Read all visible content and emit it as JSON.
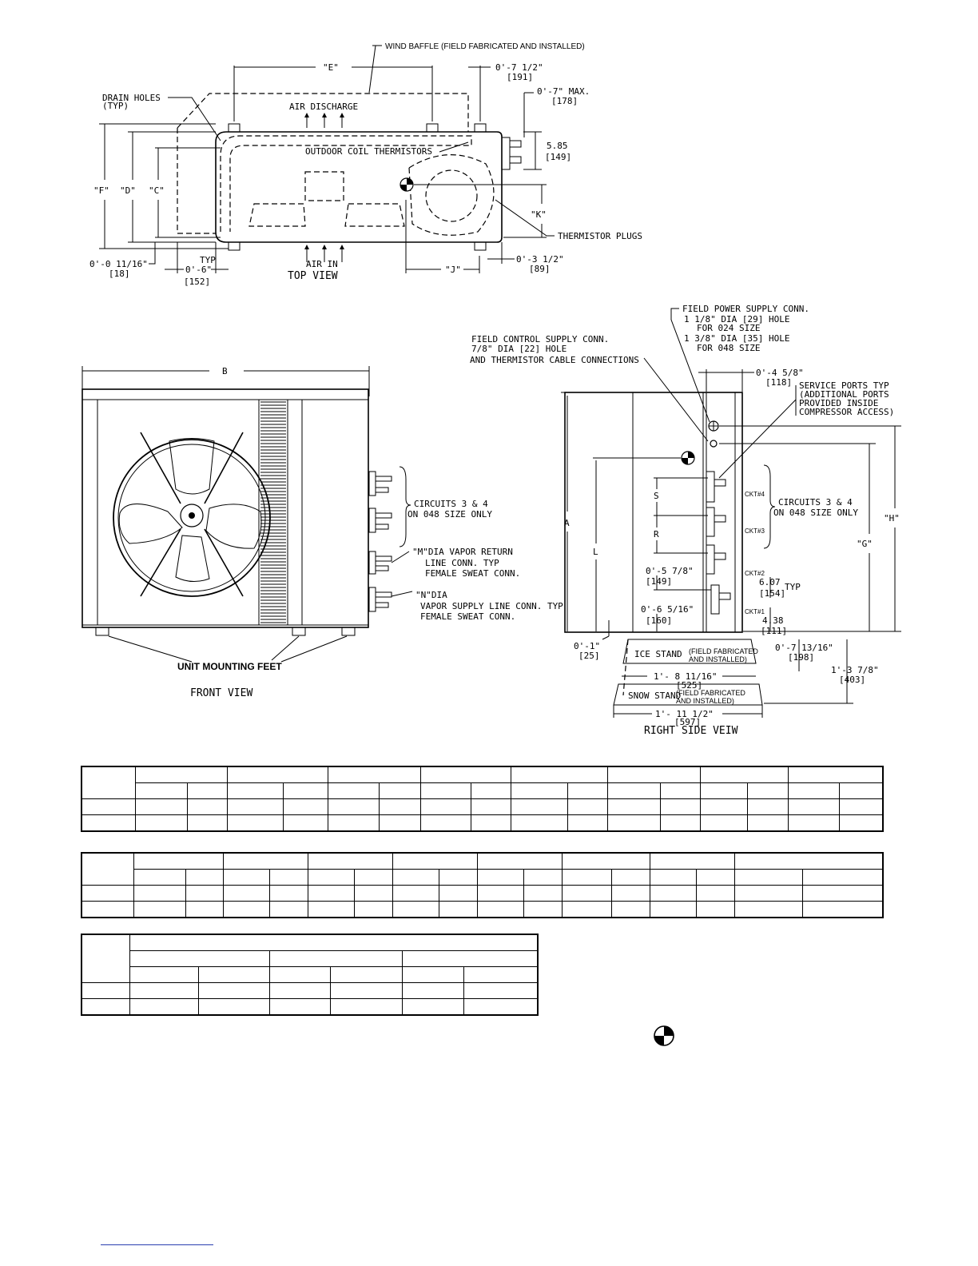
{
  "top_view": {
    "title": "TOP VIEW",
    "wind_baffle": "WIND BAFFLE (FIELD FABRICATED AND INSTALLED)",
    "drain_holes": [
      "DRAIN HOLES",
      "(TYP)"
    ],
    "air_discharge": "AIR DISCHARGE",
    "outdoor_coil_thermistors": "OUTDOOR COIL THERMISTORS",
    "thermistor_plugs": "THERMISTOR PLUGS",
    "air_in": "AIR IN",
    "dim_e": "\"E\"",
    "dim_f": "\"F\"",
    "dim_d": "\"D\"",
    "dim_c": "\"C\"",
    "dim_j": "\"J\"",
    "dim_k": "\"K\"",
    "dim_7_1_2": "0'-7 1/2\"",
    "dim_7_1_2_mm": "[191]",
    "dim_7_max": "0'-7\" MAX.",
    "dim_7_max_mm": "[178]",
    "dim_5_85": "5.85",
    "dim_5_85_mm": "[149]",
    "dim_11_16": "0'-0 11/16\"",
    "dim_11_16_mm": "[18]",
    "typ": "TYP",
    "dim_6": "0'-6\"",
    "dim_6_mm": "[152]",
    "dim_3_1_2": "0'-3 1/2\"",
    "dim_3_1_2_mm": "[89]"
  },
  "front_view": {
    "title": "FRONT VIEW",
    "dim_b": "B",
    "circuits": [
      "CIRCUITS 3 & 4",
      "ON 048 SIZE ONLY"
    ],
    "m_dia": [
      "\"M\"DIA VAPOR RETURN",
      "LINE CONN. TYP",
      "FEMALE SWEAT CONN."
    ],
    "n_dia": [
      "\"N\"DIA",
      "VAPOR SUPPLY LINE CONN. TYP",
      "FEMALE SWEAT CONN."
    ],
    "mounting_feet": "UNIT MOUNTING FEET"
  },
  "side_view": {
    "title": "RIGHT SIDE VEIW",
    "field_power": [
      "FIELD POWER SUPPLY CONN.",
      "1 1/8\" DIA [29] HOLE",
      "FOR 024 SIZE",
      "1 3/8\" DIA [35] HOLE",
      "FOR 048 SIZE"
    ],
    "field_control": [
      "FIELD CONTROL SUPPLY CONN.",
      "7/8\" DIA [22] HOLE",
      "AND THERMISTOR CABLE CONNECTIONS"
    ],
    "service_ports": [
      "SERVICE PORTS TYP",
      "(ADDITIONAL PORTS",
      "PROVIDED INSIDE",
      "COMPRESSOR ACCESS)"
    ],
    "circuits": [
      "CIRCUITS 3 & 4",
      "ON 048 SIZE ONLY"
    ],
    "dim_4_5_8": "0'-4 5/8\"",
    "dim_4_5_8_mm": "[118]",
    "dim_a": "A",
    "dim_l": "L",
    "dim_s": "S",
    "dim_r": "R",
    "dim_g": "\"G\"",
    "dim_h": "\"H\"",
    "ckt4": "CKT#4",
    "ckt3": "CKT#3",
    "ckt2": "CKT#2",
    "ckt1": "CKT#1",
    "dim_5_7_8": "0'-5 7/8\"",
    "dim_5_7_8_mm": "[149]",
    "dim_6_07": "6.07",
    "dim_6_07_mm": "[154]",
    "typ": "TYP",
    "dim_6_5_16": "0'-6 5/16\"",
    "dim_6_5_16_mm": "[160]",
    "dim_4_38": "4.38",
    "dim_4_38_mm": "[111]",
    "dim_1": "0'-1\"",
    "dim_1_mm": "[25]",
    "dim_7_13_16": "0'-7 13/16\"",
    "dim_7_13_16_mm": "[198]",
    "ice_stand": "ICE STAND",
    "ice_stand_note": [
      "(FIELD FABRICATED",
      "AND INSTALLED)"
    ],
    "dim_1_8_11_16": "1'- 8 11/16\"",
    "dim_1_8_11_16_mm": "[525]",
    "snow_stand": "SNOW STAND",
    "snow_stand_note": [
      "(FIELD FABRICATED",
      "AND INSTALLED)"
    ],
    "dim_1_3_7_8": "1'-3 7/8\"",
    "dim_1_3_7_8_mm": "[403]",
    "dim_1_11_1_2": "1'- 11 1/2\"",
    "dim_1_11_1_2_mm": "[597]"
  },
  "icons": {
    "center_of_gravity": "center-of-gravity-icon"
  },
  "colors": {
    "ink": "#000000",
    "footer_rule": "#2a3fb0"
  }
}
